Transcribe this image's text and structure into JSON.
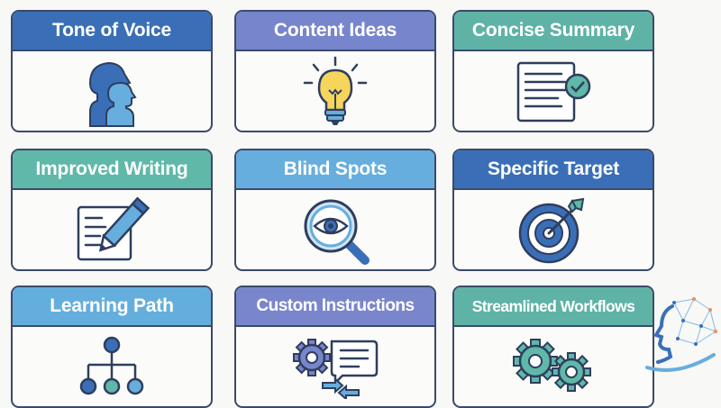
{
  "cards": [
    {
      "title": "Tone of Voice",
      "header_color": "#3a6fb7",
      "icon": "profile-heads-icon"
    },
    {
      "title": "Content Ideas",
      "header_color": "#7785cd",
      "icon": "lightbulb-icon"
    },
    {
      "title": "Concise Summary",
      "header_color": "#5fb3a6",
      "icon": "document-check-icon"
    },
    {
      "title": "Improved Writing",
      "header_color": "#5fb8a8",
      "icon": "document-pencil-icon"
    },
    {
      "title": "Blind Spots",
      "header_color": "#66aede",
      "icon": "magnifier-eye-icon"
    },
    {
      "title": "Specific Target",
      "header_color": "#3a6fb7",
      "icon": "target-arrow-icon"
    },
    {
      "title": "Learning Path",
      "header_color": "#64aedd",
      "icon": "hierarchy-tree-icon"
    },
    {
      "title": "Custom Instructions",
      "header_color": "#7a86cc",
      "icon": "gears-chat-icon"
    },
    {
      "title": "Streamlined Workflows",
      "header_color": "#5fb3a6",
      "icon": "twin-gears-icon"
    }
  ],
  "colors": {
    "outline": "#3b4a6b",
    "dark_blue": "#3a6fb7",
    "teal": "#5fb8a8",
    "light_blue": "#66aede",
    "yellow": "#f6d55c"
  },
  "brand_icon": "ai-head-network-icon"
}
